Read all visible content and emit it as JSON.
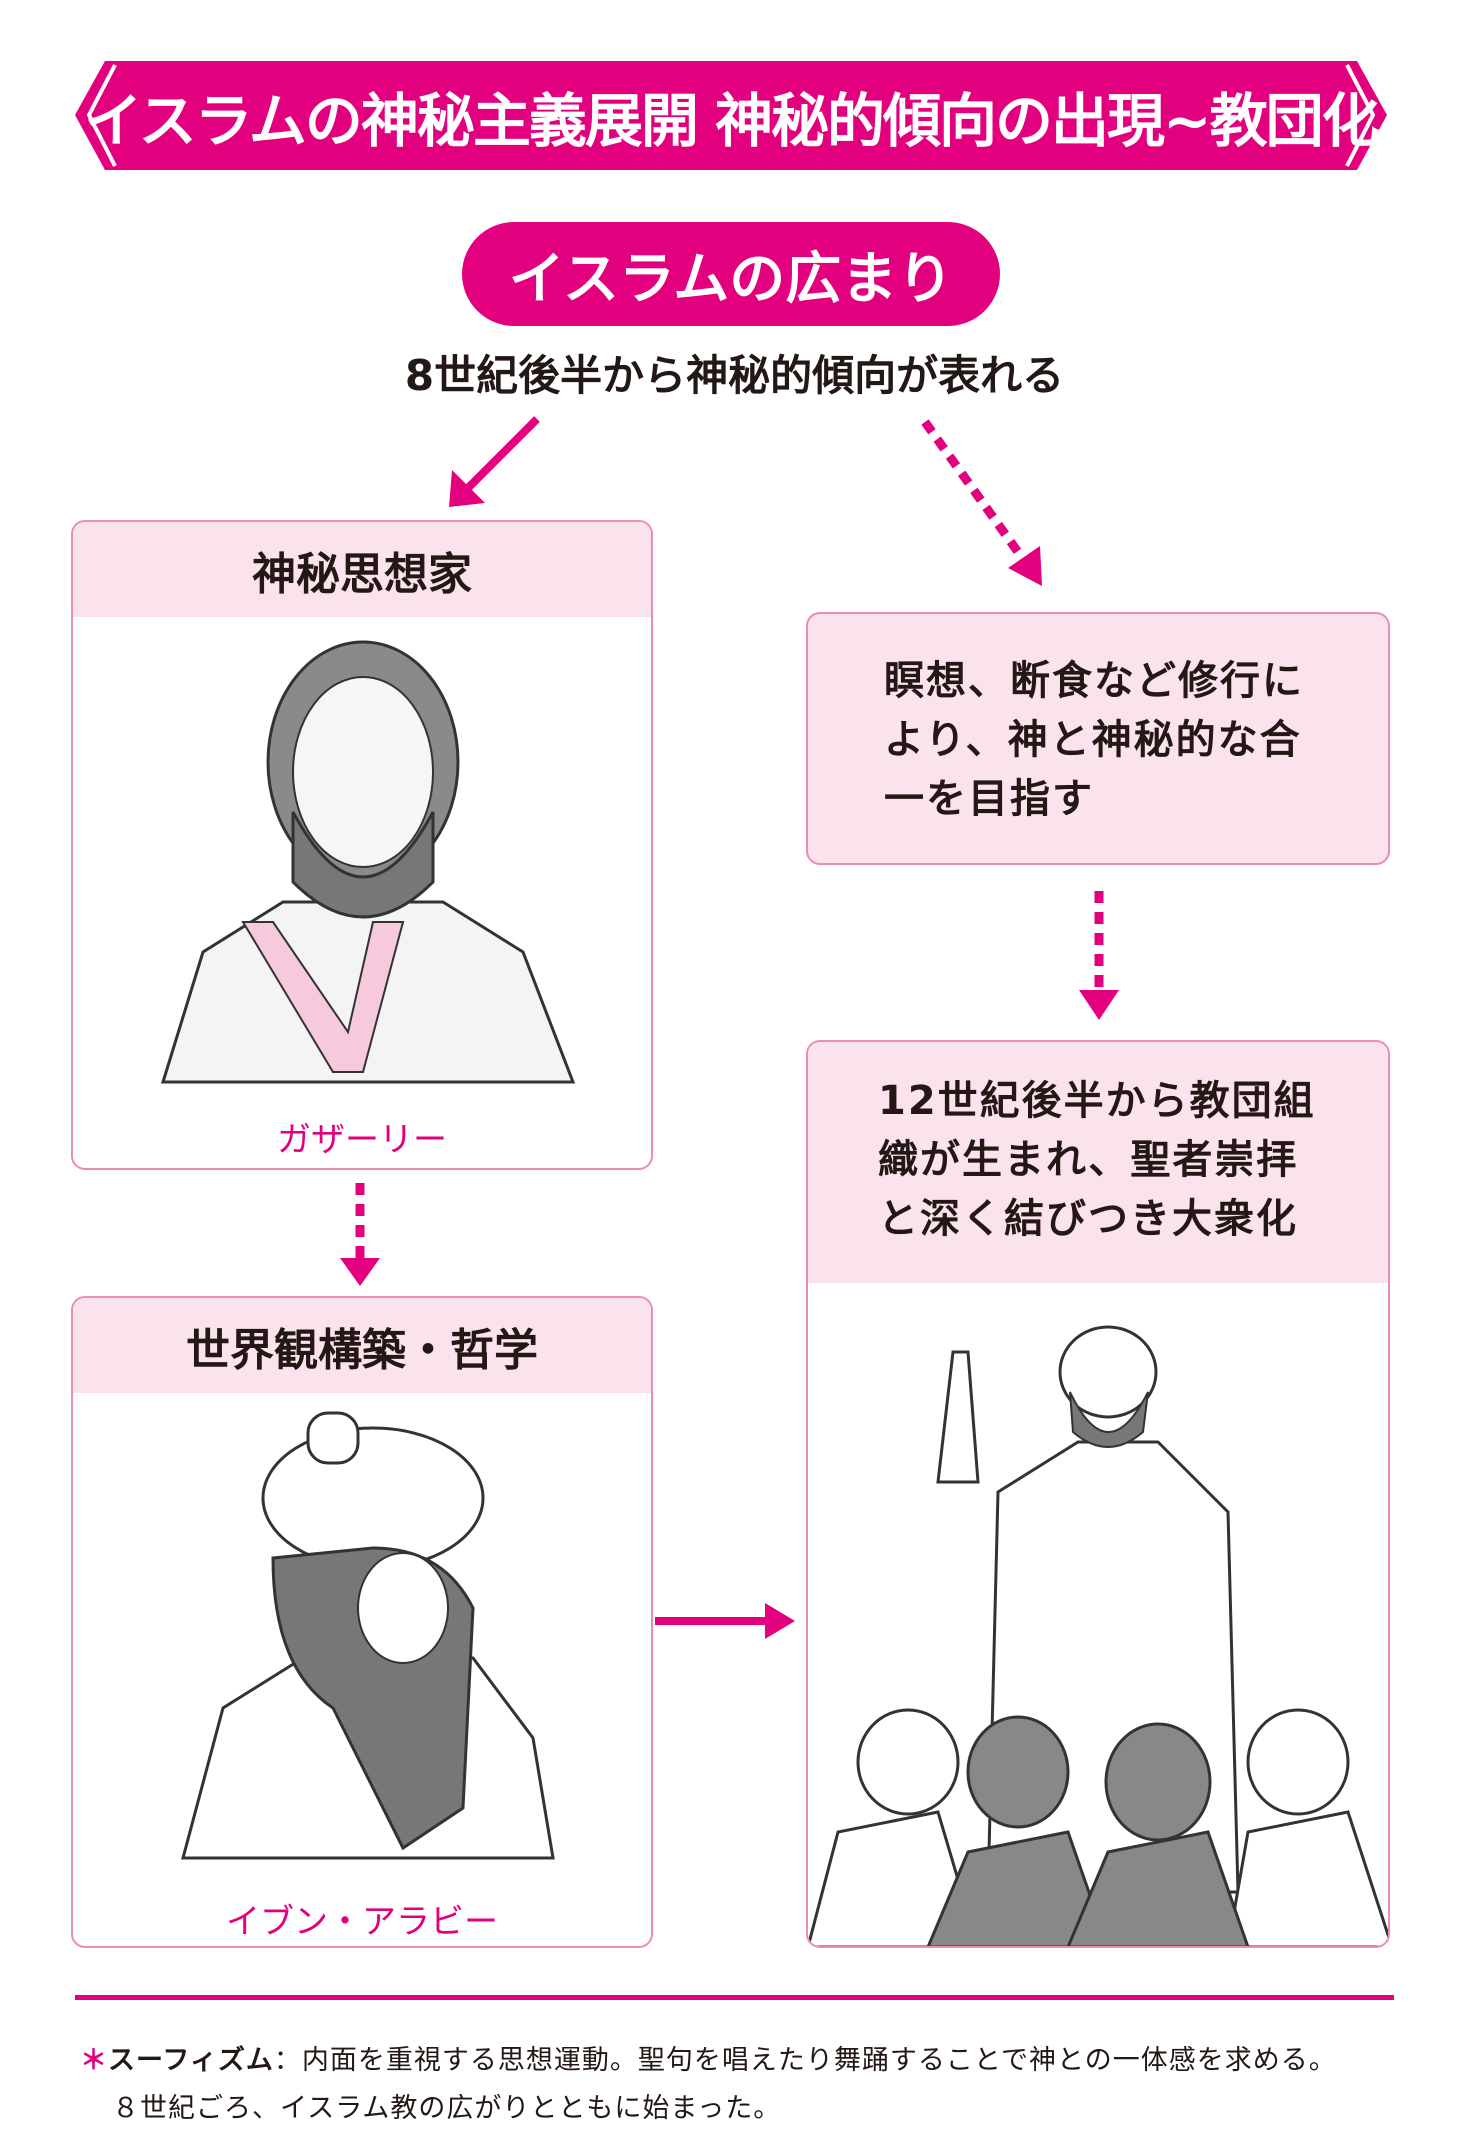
{
  "title": "イスラムの神秘主義展開 神秘的傾向の出現~教団化",
  "pill": "イスラムの広まり",
  "subtitle": "8世紀後半から神秘的傾向が表れる",
  "left_boxes": [
    {
      "heading": "神秘思想家",
      "name": "ガザーリー"
    },
    {
      "heading": "世界観構築・哲学",
      "name": "イブン・アラビー"
    }
  ],
  "right_boxes": [
    {
      "lines": [
        "瞑想、断食など修行に",
        "より、神と神秘的な合",
        "一を目指す"
      ]
    },
    {
      "lines": [
        "12世紀後半から教団組",
        "織が生まれ、聖者崇拝",
        "と深く結びつき大衆化"
      ]
    }
  ],
  "footnote": {
    "mark": "＊",
    "term": "スーフィズム",
    "sep": "：",
    "line1": "内面を重視する思想運動。聖句を唱えたり舞踊することで神との一体感を求める。",
    "line2": "８世紀ごろ、イスラム教の広がりとともに始まった。"
  },
  "colors": {
    "accent": "#e3007f",
    "light": "#fbe3ee"
  }
}
